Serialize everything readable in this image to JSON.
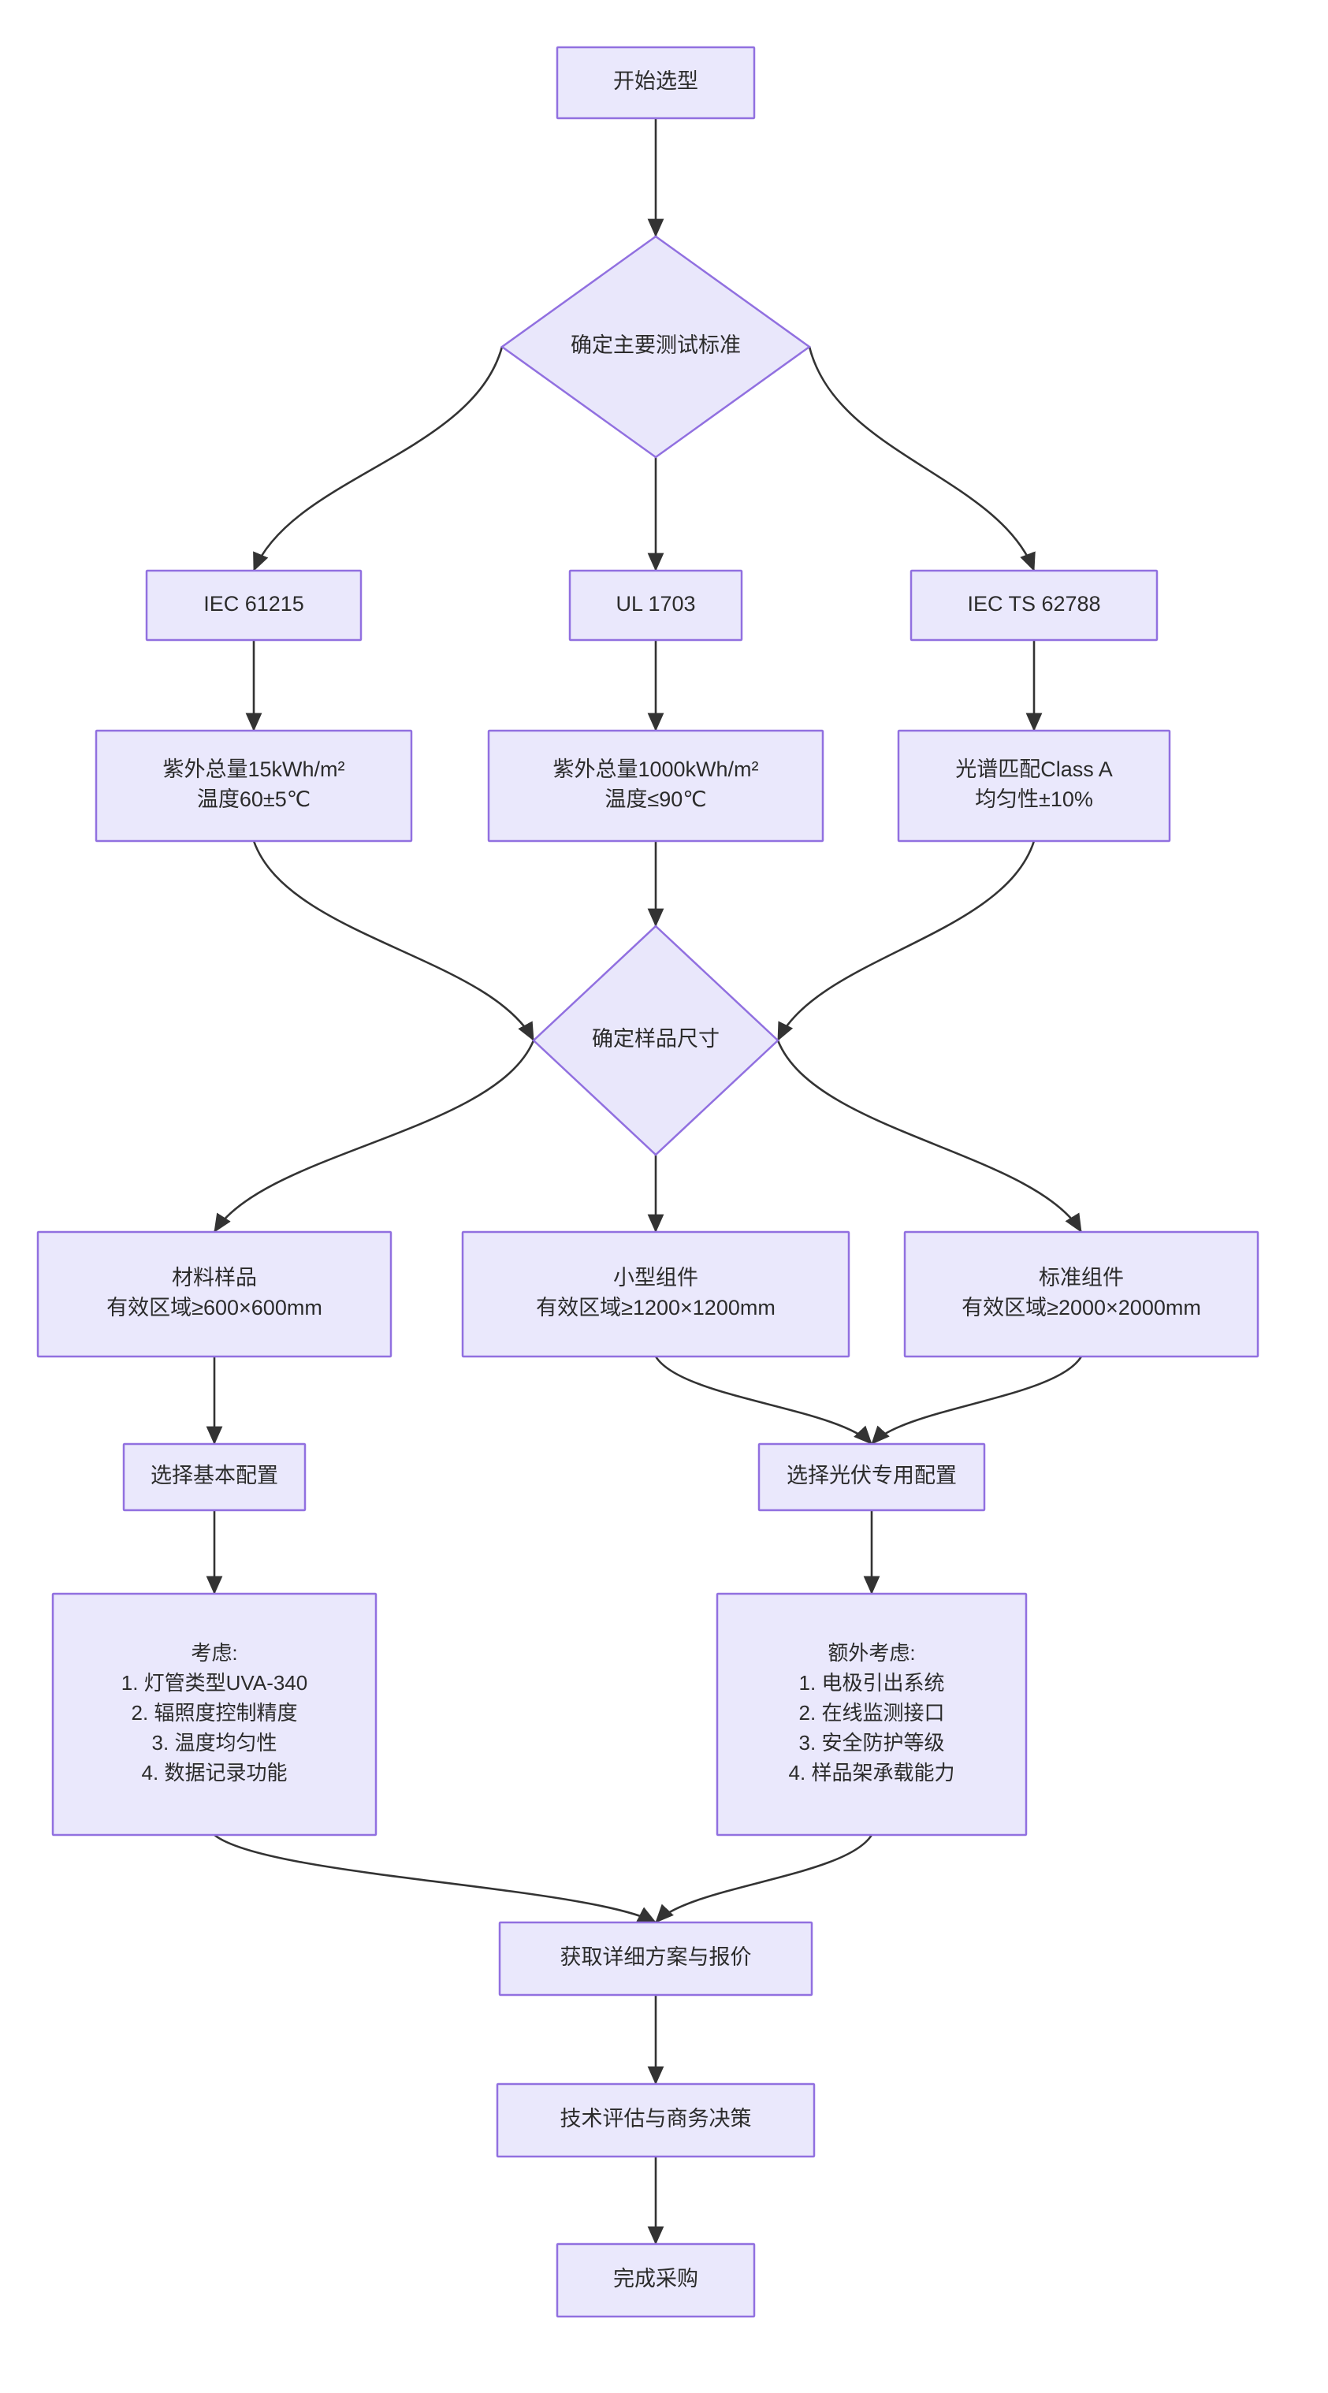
{
  "diagram": {
    "type": "flowchart",
    "direction": "top-to-bottom",
    "theme": {
      "node_fill": "#eae8fc",
      "node_border": "#9170e0",
      "edge_color": "#333333",
      "text_color": "#2b2b2b",
      "background": "#ffffff"
    },
    "nodes": [
      {
        "id": "start",
        "shape": "rect",
        "lines": [
          "开始选型"
        ]
      },
      {
        "id": "decide_std",
        "shape": "diamond",
        "lines": [
          "确定主要测试标准"
        ]
      },
      {
        "id": "std_iec61215",
        "shape": "rect",
        "lines": [
          "IEC 61215"
        ]
      },
      {
        "id": "std_ul1703",
        "shape": "rect",
        "lines": [
          "UL 1703"
        ]
      },
      {
        "id": "std_iects62788",
        "shape": "rect",
        "lines": [
          "IEC TS 62788"
        ]
      },
      {
        "id": "param_iec61215",
        "shape": "rect",
        "lines": [
          "紫外总量15kWh/m²",
          "温度60±5℃"
        ]
      },
      {
        "id": "param_ul1703",
        "shape": "rect",
        "lines": [
          "紫外总量1000kWh/m²",
          "温度≤90℃"
        ]
      },
      {
        "id": "param_ts62788",
        "shape": "rect",
        "lines": [
          "光谱匹配Class A",
          "均匀性±10%"
        ]
      },
      {
        "id": "decide_size",
        "shape": "diamond",
        "lines": [
          "确定样品尺寸"
        ]
      },
      {
        "id": "size_material",
        "shape": "rect",
        "lines": [
          "材料样品",
          "有效区域≥600×600mm"
        ]
      },
      {
        "id": "size_small",
        "shape": "rect",
        "lines": [
          "小型组件",
          "有效区域≥1200×1200mm"
        ]
      },
      {
        "id": "size_standard",
        "shape": "rect",
        "lines": [
          "标准组件",
          "有效区域≥2000×2000mm"
        ]
      },
      {
        "id": "config_basic",
        "shape": "rect",
        "lines": [
          "选择基本配置"
        ]
      },
      {
        "id": "config_pv",
        "shape": "rect",
        "lines": [
          "选择光伏专用配置"
        ]
      },
      {
        "id": "consider_basic",
        "shape": "rect",
        "lines": [
          "考虑:",
          "1. 灯管类型UVA-340",
          "2. 辐照度控制精度",
          "3. 温度均匀性",
          "4. 数据记录功能"
        ]
      },
      {
        "id": "consider_extra",
        "shape": "rect",
        "lines": [
          "额外考虑:",
          "1. 电极引出系统",
          "2. 在线监测接口",
          "3. 安全防护等级",
          "4. 样品架承载能力"
        ]
      },
      {
        "id": "get_quote",
        "shape": "rect",
        "lines": [
          "获取详细方案与报价"
        ]
      },
      {
        "id": "evaluate",
        "shape": "rect",
        "lines": [
          "技术评估与商务决策"
        ]
      },
      {
        "id": "finish",
        "shape": "rect",
        "lines": [
          "完成采购"
        ]
      }
    ],
    "edges": [
      {
        "from": "start",
        "to": "decide_std"
      },
      {
        "from": "decide_std",
        "to": "std_iec61215"
      },
      {
        "from": "decide_std",
        "to": "std_ul1703"
      },
      {
        "from": "decide_std",
        "to": "std_iects62788"
      },
      {
        "from": "std_iec61215",
        "to": "param_iec61215"
      },
      {
        "from": "std_ul1703",
        "to": "param_ul1703"
      },
      {
        "from": "std_iects62788",
        "to": "param_ts62788"
      },
      {
        "from": "param_iec61215",
        "to": "decide_size"
      },
      {
        "from": "param_ul1703",
        "to": "decide_size"
      },
      {
        "from": "param_ts62788",
        "to": "decide_size"
      },
      {
        "from": "decide_size",
        "to": "size_material"
      },
      {
        "from": "decide_size",
        "to": "size_small"
      },
      {
        "from": "decide_size",
        "to": "size_standard"
      },
      {
        "from": "size_material",
        "to": "config_basic"
      },
      {
        "from": "size_small",
        "to": "config_pv"
      },
      {
        "from": "size_standard",
        "to": "config_pv"
      },
      {
        "from": "config_basic",
        "to": "consider_basic"
      },
      {
        "from": "config_pv",
        "to": "consider_extra"
      },
      {
        "from": "consider_basic",
        "to": "get_quote"
      },
      {
        "from": "consider_extra",
        "to": "get_quote"
      },
      {
        "from": "get_quote",
        "to": "evaluate"
      },
      {
        "from": "evaluate",
        "to": "finish"
      }
    ]
  }
}
